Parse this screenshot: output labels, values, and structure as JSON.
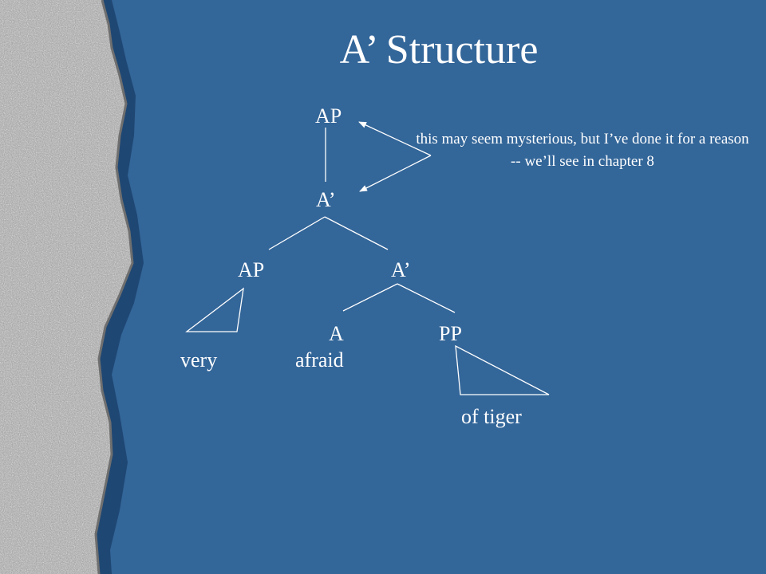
{
  "slide": {
    "title": "A’ Structure",
    "background_color": "#336699",
    "text_color": "#ffffff",
    "decor": "granite-stone-left-border"
  },
  "tree": {
    "nodes": {
      "root_ap": "AP",
      "a_bar_top": "A’",
      "spec_ap": "AP",
      "a_bar_lower": "A’",
      "head_a": "A",
      "pp": "PP"
    },
    "leaves": {
      "very": "very",
      "afraid": "afraid",
      "of_tiger": "of tiger"
    }
  },
  "annotation": {
    "text": "this may seem mysterious, but I’ve done it for a reason -- we’ll see in chapter 8"
  }
}
